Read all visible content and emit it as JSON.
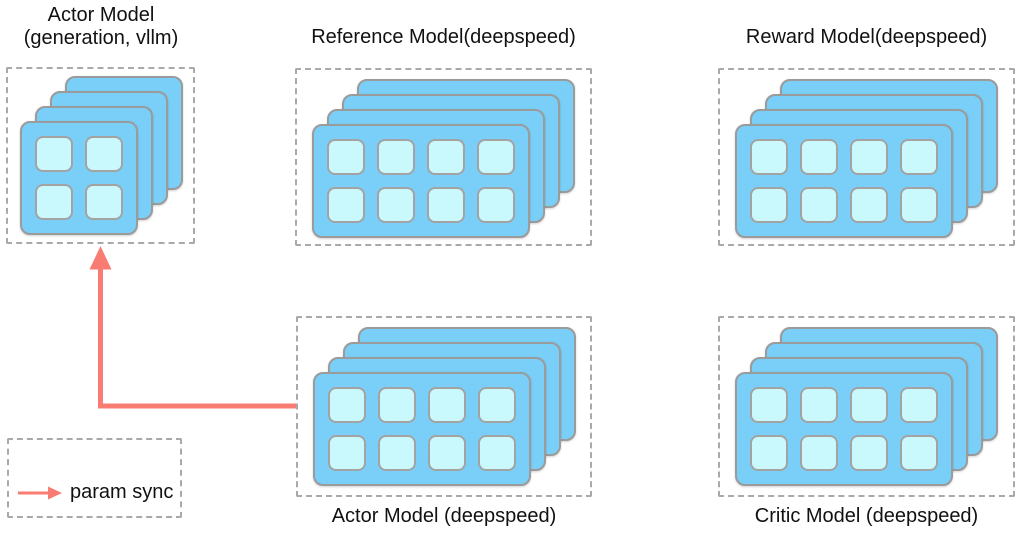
{
  "diagram": {
    "colors": {
      "card_fill": "#79cff7",
      "card_border": "#9b9b9b",
      "cell_fill": "#c9f8fd",
      "cell_border": "#a3a3a3",
      "dashed_border": "#a9a9a9",
      "arrow": "#f87c72",
      "text": "#111111"
    },
    "nodes": [
      {
        "id": "actor-model-generation-vllm",
        "title_lines": [
          "Actor Model",
          "(generation, vllm)"
        ],
        "label_position": "top",
        "stack_count": 4,
        "grid": {
          "rows": 2,
          "cols": 2
        }
      },
      {
        "id": "reference-model-deepspeed",
        "title_lines": [
          "Reference Model(deepspeed)"
        ],
        "label_position": "top",
        "stack_count": 4,
        "grid": {
          "rows": 2,
          "cols": 4
        }
      },
      {
        "id": "reward-model-deepspeed",
        "title_lines": [
          "Reward Model(deepspeed)"
        ],
        "label_position": "top",
        "stack_count": 4,
        "grid": {
          "rows": 2,
          "cols": 4
        }
      },
      {
        "id": "actor-model-deepspeed",
        "title_lines": [
          "Actor Model (deepspeed)"
        ],
        "label_position": "bottom",
        "stack_count": 4,
        "grid": {
          "rows": 2,
          "cols": 4
        }
      },
      {
        "id": "critic-model-deepspeed",
        "title_lines": [
          "Critic Model (deepspeed)"
        ],
        "label_position": "bottom",
        "stack_count": 4,
        "grid": {
          "rows": 2,
          "cols": 4
        }
      }
    ],
    "edges": [
      {
        "from": "actor-model-deepspeed",
        "to": "actor-model-generation-vllm",
        "type": "param sync"
      }
    ],
    "legend": {
      "label": "param sync"
    }
  }
}
